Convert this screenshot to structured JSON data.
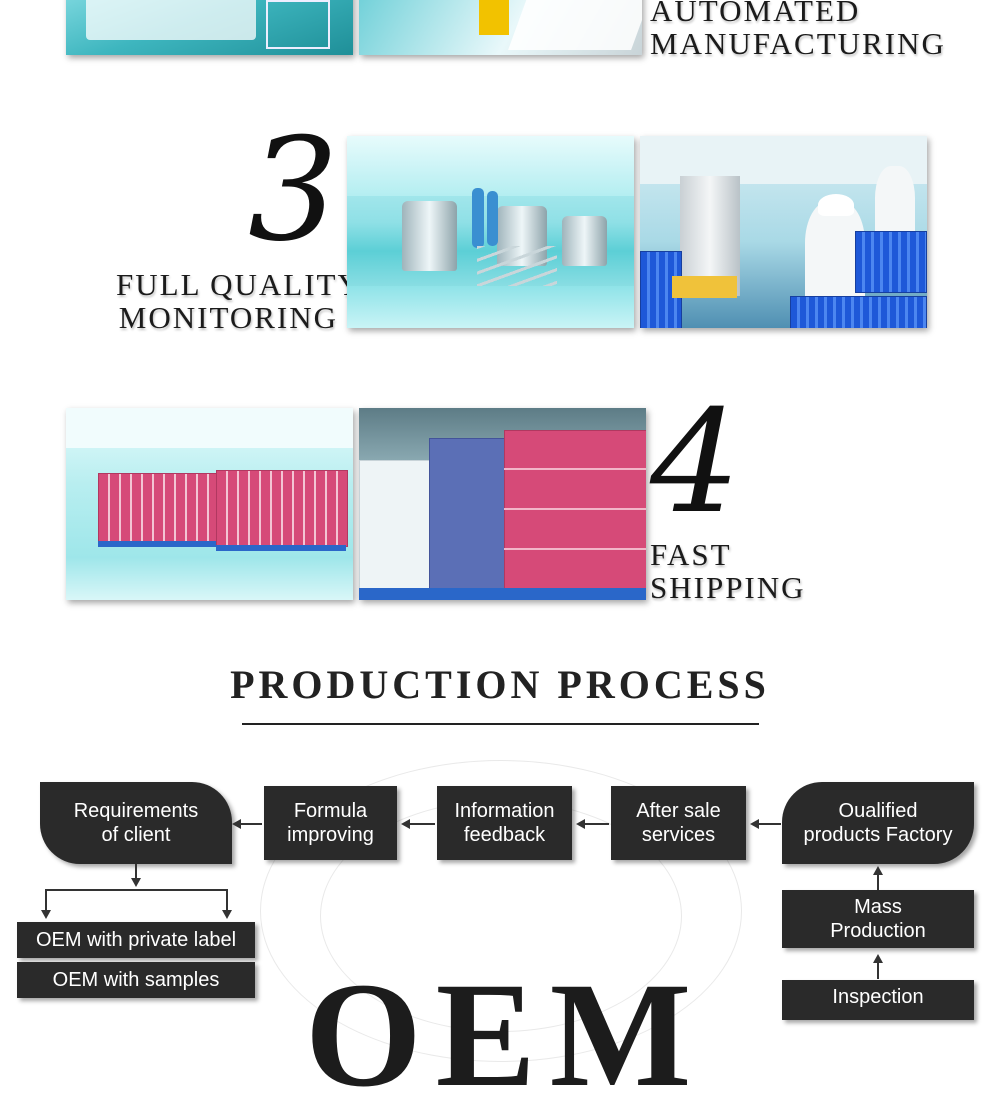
{
  "sections": {
    "automated": {
      "caption_line1": "AUTOMATED",
      "caption_line2": "MANUFACTURING"
    },
    "quality": {
      "numeral": "3",
      "caption_line1": "FULL QUALITY",
      "caption_line2": "MONITORING"
    },
    "shipping": {
      "numeral": "4",
      "caption_line1": "FAST",
      "caption_line2": "SHIPPING"
    }
  },
  "production": {
    "title": "PRODUCTION  PROCESS",
    "steps": {
      "requirements": [
        "Requirements",
        "of client"
      ],
      "formula": [
        "Formula",
        "improving"
      ],
      "information": [
        "Information",
        "feedback"
      ],
      "after_sale": [
        "After sale",
        "services"
      ],
      "qualified": [
        "Oualified",
        "products Factory"
      ],
      "mass": [
        "Mass",
        "Production"
      ],
      "inspection": "Inspection",
      "oem_private": "OEM with private label",
      "oem_samples": "OEM with samples"
    },
    "watermark": "OEM"
  },
  "colors": {
    "box": "#2a2a2a",
    "text": "#111111"
  }
}
